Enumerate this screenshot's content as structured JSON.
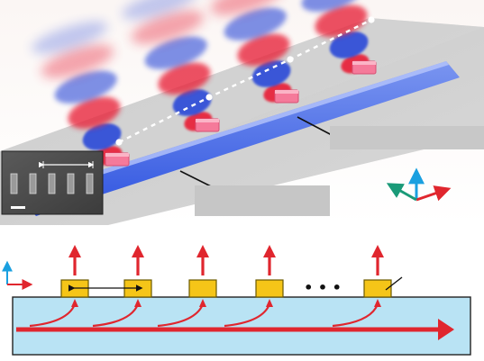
{
  "figure": {
    "top_panel": {
      "kind": "3D rendering of a waveguide with periodic emitters radiating lobes",
      "emitter_count": 4,
      "sem_inset": {
        "pillar_count": 5,
        "has_scale_bar": true,
        "has_period_arrow": true
      }
    },
    "bottom_panel": {
      "kind": "schematic cross-section of waveguide with antennas emitting upward",
      "antenna_count": 5,
      "ellipsis": "• • •",
      "period_arrow_between": [
        1,
        2
      ]
    },
    "colors": {
      "waveguide_blue": "#3f62e6",
      "field_red": "#e8283c",
      "field_blue": "#2a48d8",
      "antenna_gold": "#f5c518",
      "schematic_waveguide_fill": "#b9e3f4",
      "arrow_red": "#e0262e",
      "axis_blue": "#1aa0e0",
      "axis_green": "#1a9a78",
      "axis_red": "#e0262e"
    }
  }
}
